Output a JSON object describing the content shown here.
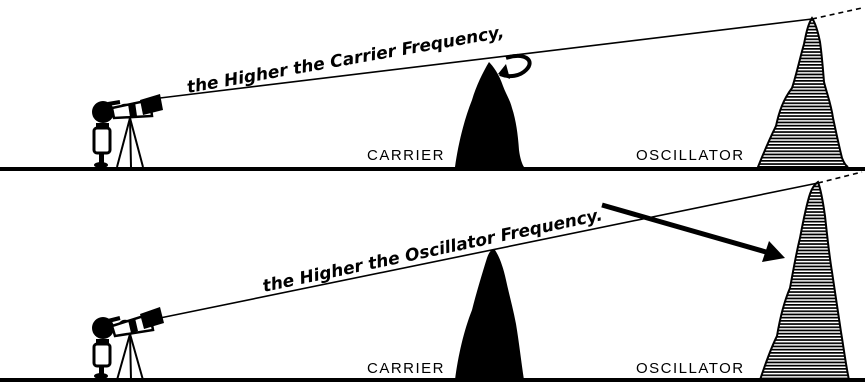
{
  "top_panel": {
    "caption": "the Higher the Carrier Frequency,",
    "carrier_label": "CARRIER",
    "oscillator_label": "OSCILLATOR"
  },
  "bottom_panel": {
    "caption": "the Higher the Oscillator Frequency.",
    "carrier_label": "CARRIER",
    "oscillator_label": "OSCILLATOR"
  },
  "colors": {
    "ink": "#000000",
    "paper": "#ffffff"
  }
}
